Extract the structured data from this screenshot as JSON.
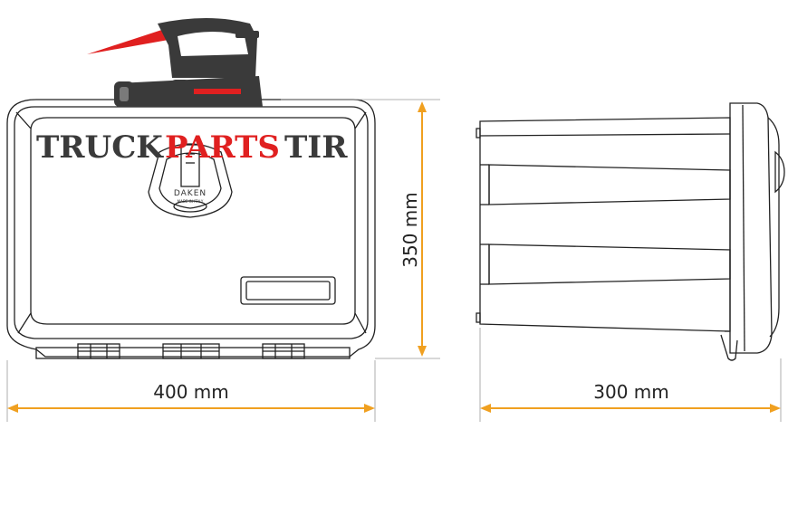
{
  "logo": {
    "word_truck": "TRUCK",
    "word_parts": "PARTS",
    "word_tir": "TIR",
    "colors": {
      "dark": "#3a3a3a",
      "accent": "#e02020"
    }
  },
  "lock": {
    "brand": "DAKEN",
    "stamp": "MADE IN ITALY"
  },
  "dimensions": {
    "width_label": "400 mm",
    "height_label": "350 mm",
    "depth_label": "300 mm",
    "color": "#f0a020"
  }
}
